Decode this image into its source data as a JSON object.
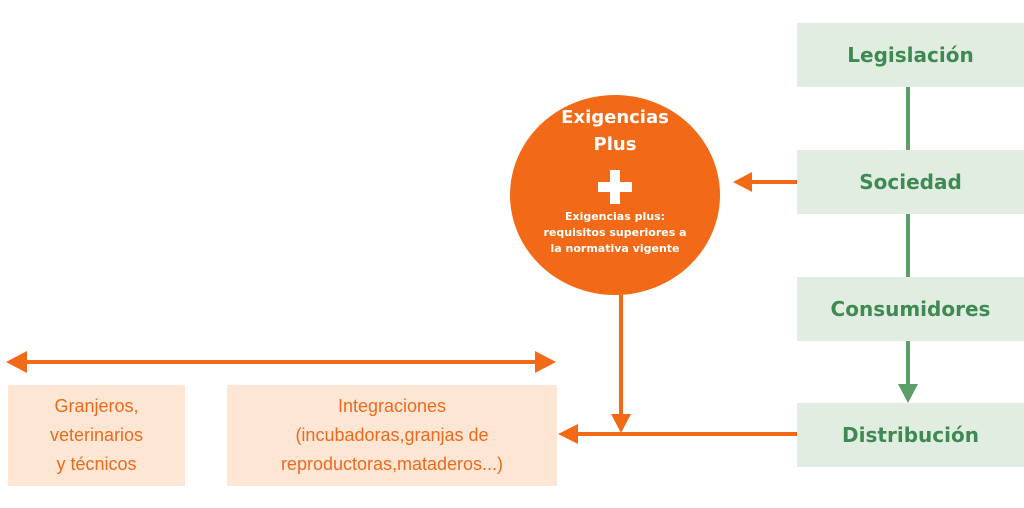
{
  "stakeholders": {
    "legislacion": "Legislación",
    "sociedad": "Sociedad",
    "consumidores": "Consumidores",
    "distribucion": "Distribución"
  },
  "exigencias": {
    "title_line1": "Exigencias",
    "title_line2": "Plus",
    "note_line1": "Exigencias plus:",
    "note_line2": "requisitos superiores a",
    "note_line3": "la normativa vigente"
  },
  "production": {
    "granjeros_line1": "Granjeros,",
    "granjeros_line2": "veterinarios",
    "granjeros_line3": "y técnicos",
    "integraciones_line1": "Integraciones",
    "integraciones_line2": "(incubadoras,granjas de",
    "integraciones_line3": "reproductoras,mataderos...)"
  },
  "colors": {
    "orange": "#f26a17",
    "orange_text": "#ec6a1d",
    "green": "#3f8a52",
    "green_line": "#5b9e69",
    "green_box": "#e2ede2",
    "peach_box": "#fde6d4"
  }
}
